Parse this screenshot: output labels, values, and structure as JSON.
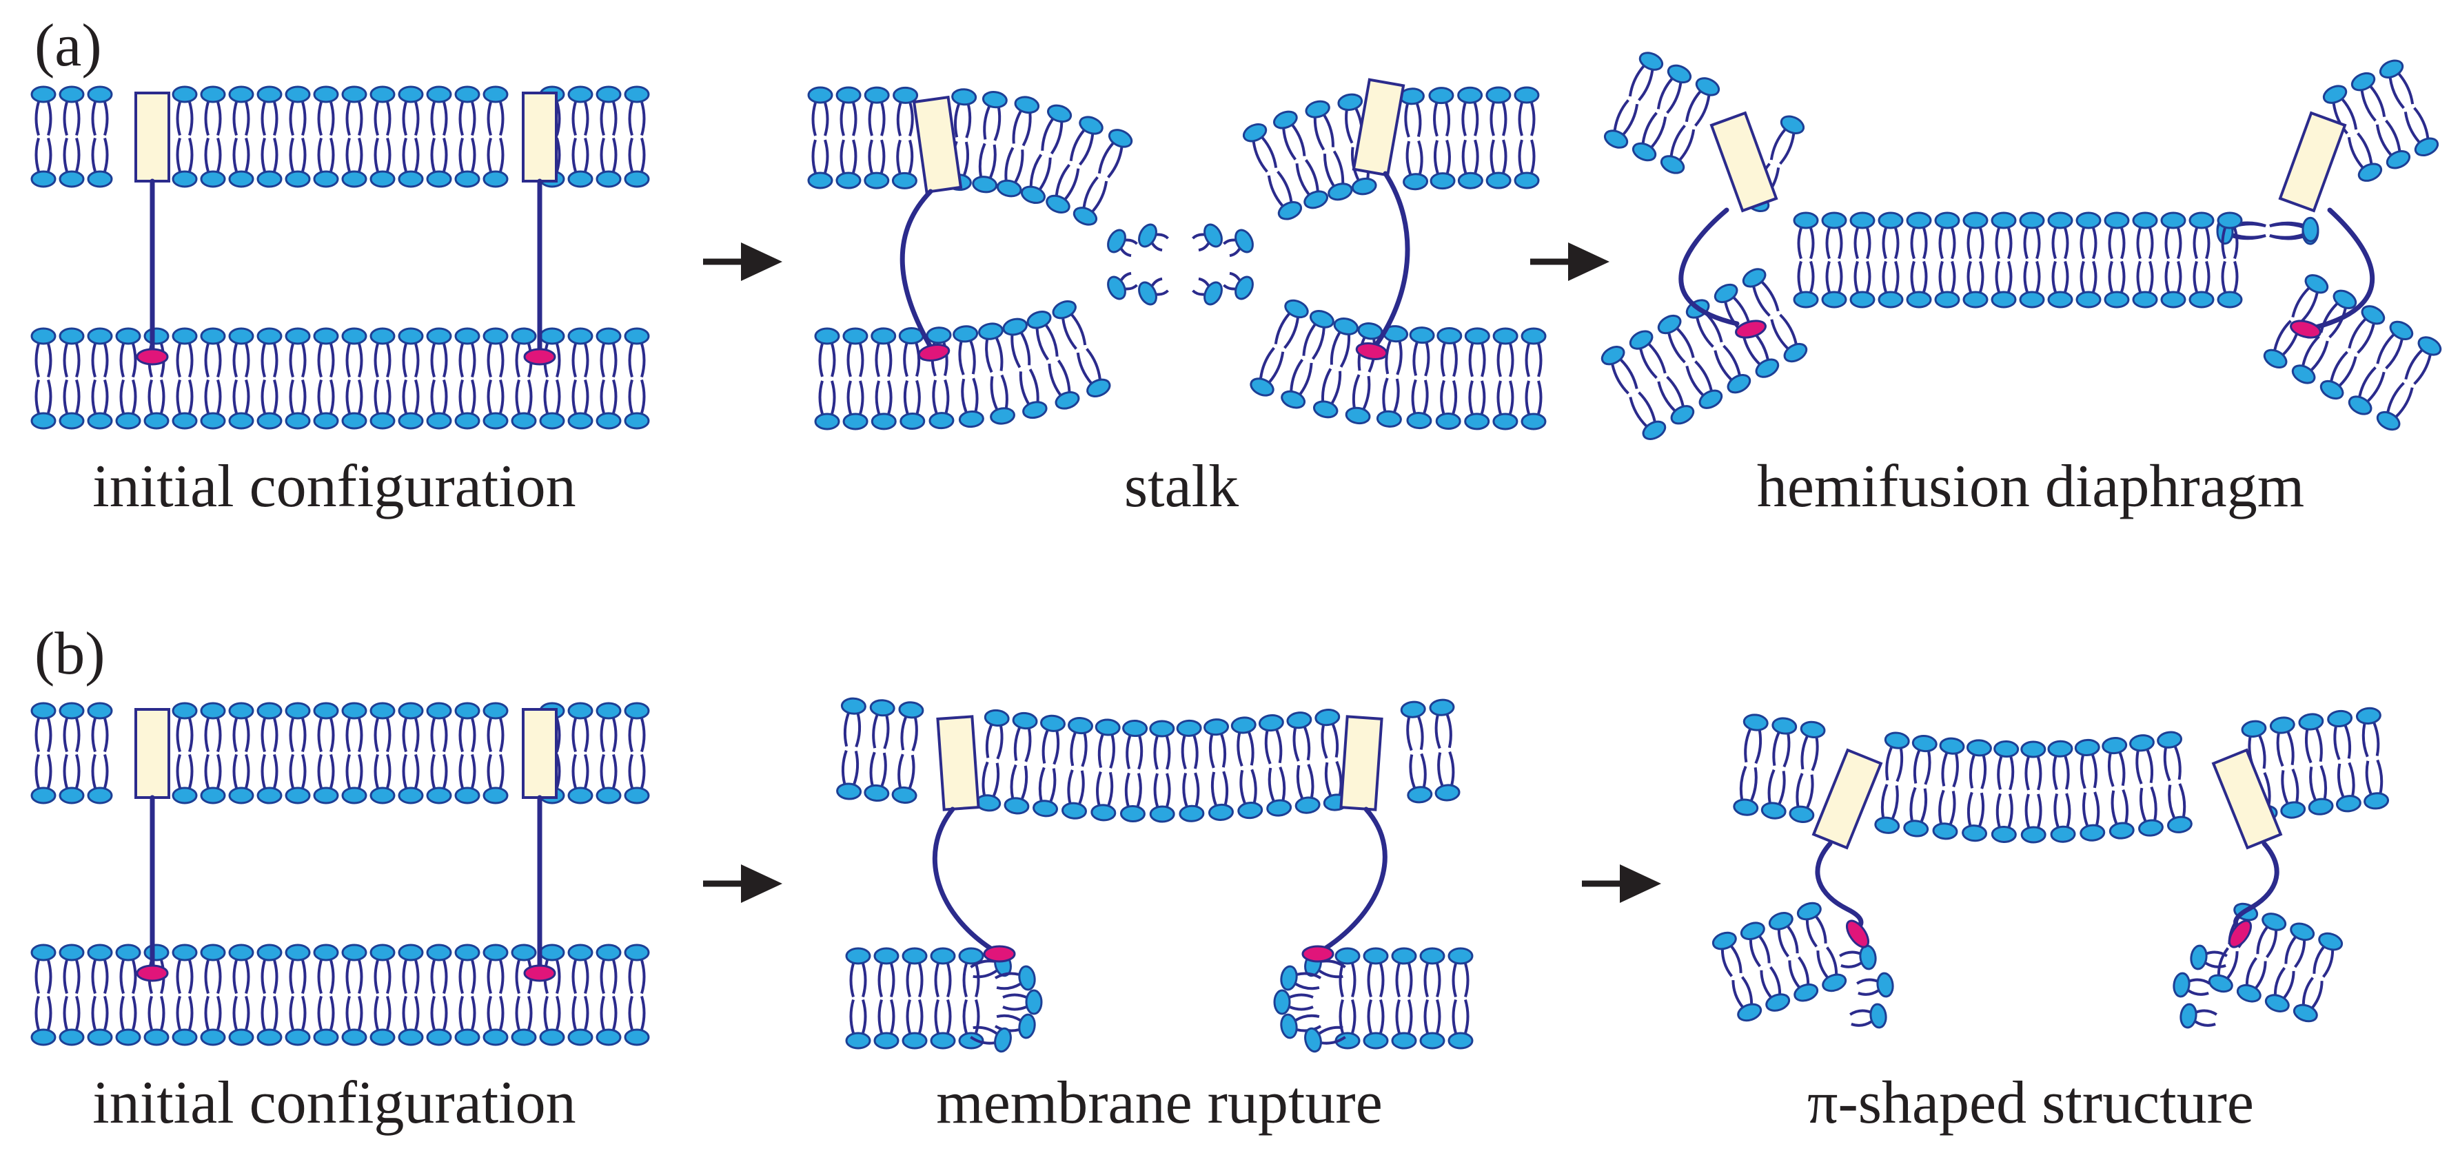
{
  "panels": [
    {
      "label": "(a)",
      "stages": [
        {
          "caption": "initial configuration"
        },
        {
          "caption": "stalk"
        },
        {
          "caption": "hemifusion diaphragm"
        }
      ]
    },
    {
      "label": "(b)",
      "stages": [
        {
          "caption": "initial configuration"
        },
        {
          "caption": "membrane rupture"
        },
        {
          "caption": "π-shaped structure"
        }
      ]
    }
  ],
  "colors": {
    "lipid_head": "#2aa6e0",
    "lipid_head_outline": "#1d3f95",
    "lipid_tail": "#2b2b8c",
    "protein_body": "#fdf6d8",
    "membrane_anchor": "#e0157a",
    "arrow": "#231f20",
    "background": "#ffffff"
  }
}
